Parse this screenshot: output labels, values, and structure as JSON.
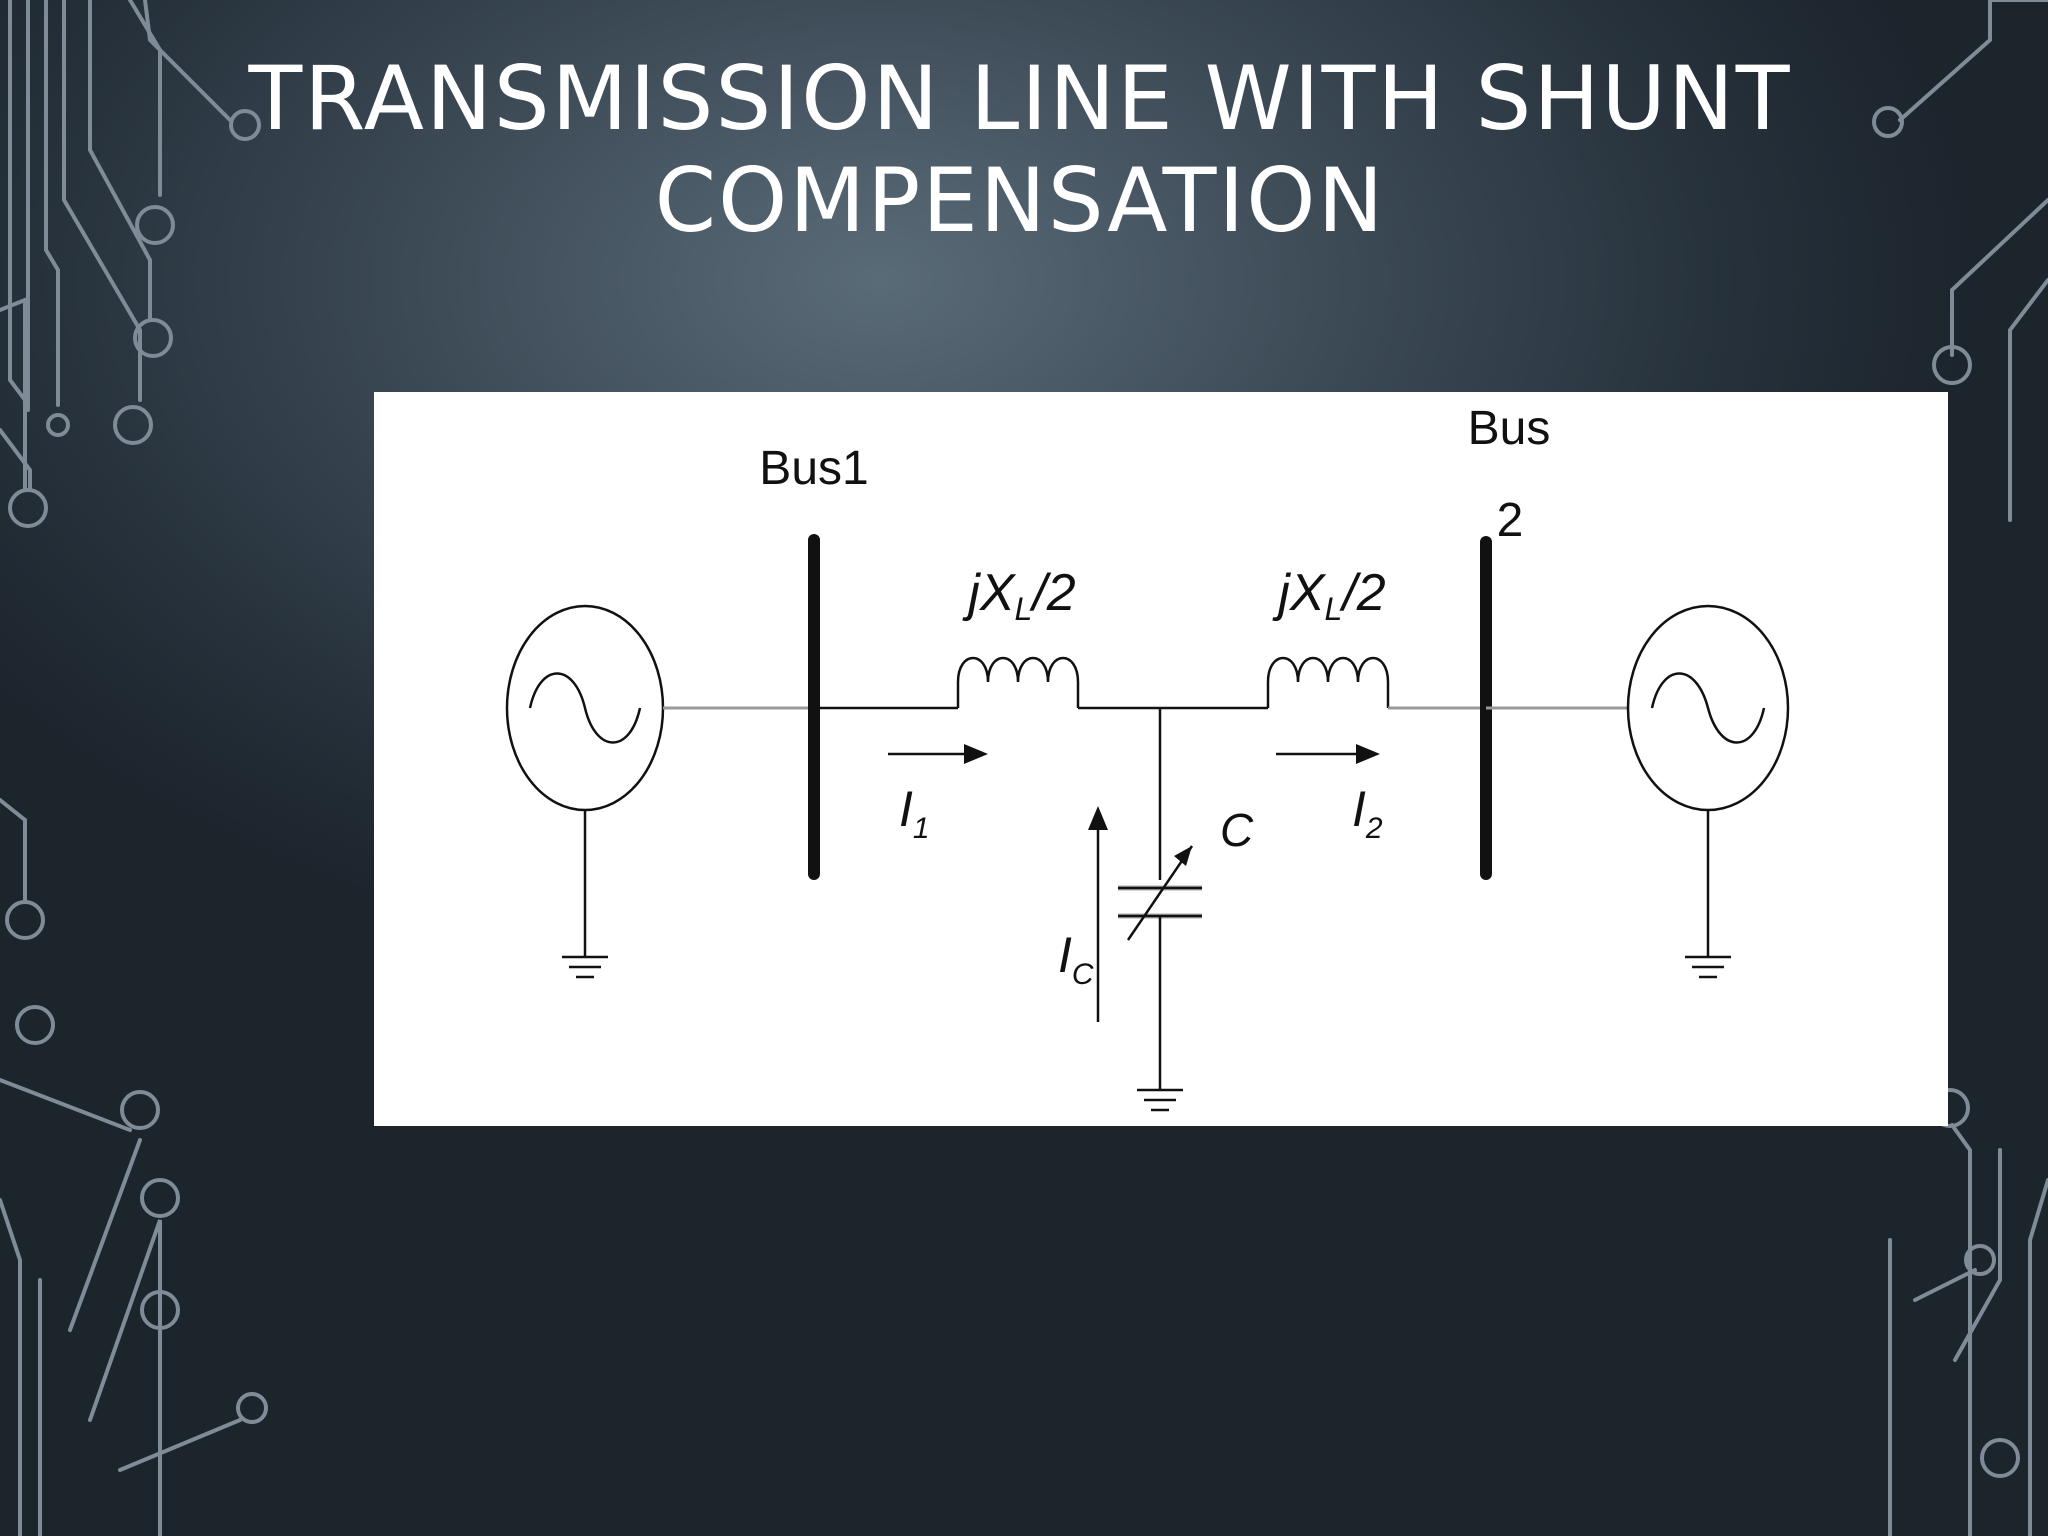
{
  "slide": {
    "title_line1": "TRANSMISSION LINE WITH SHUNT",
    "title_line2": "COMPENSATION"
  },
  "diagram": {
    "bus1_label": "Bus1",
    "bus2_label_line1": "Bus",
    "bus2_label_line2": "2",
    "inductor_left": {
      "prefix": "jX",
      "sub": "L",
      "suffix": "/2"
    },
    "inductor_right": {
      "prefix": "jX",
      "sub": "L",
      "suffix": "/2"
    },
    "current_1": {
      "symbol": "I",
      "sub": "1"
    },
    "current_2": {
      "symbol": "I",
      "sub": "2"
    },
    "current_c": {
      "symbol": "I",
      "sub": "C"
    },
    "capacitor_label": "C"
  },
  "colors": {
    "background": "#2e3a45",
    "trace": "#7f8c97",
    "panel": "#ffffff",
    "ink": "#111111"
  }
}
